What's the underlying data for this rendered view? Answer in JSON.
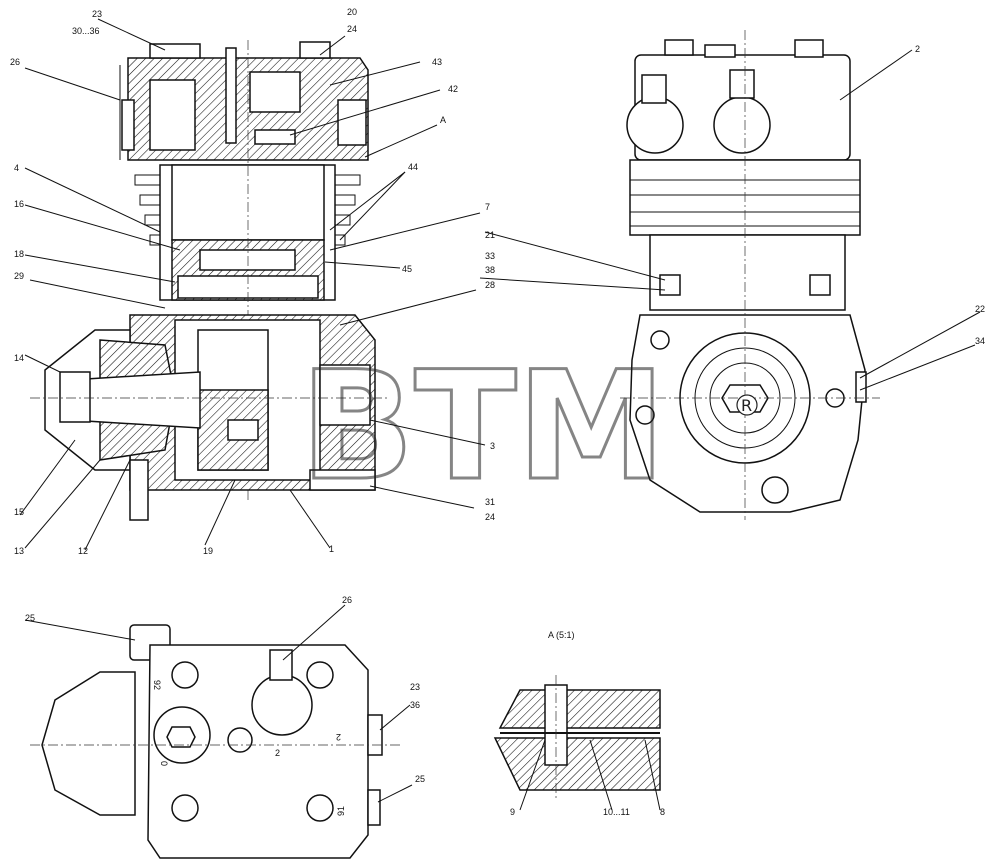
{
  "watermark": {
    "text": "BTM",
    "mark": "R"
  },
  "callouts": {
    "c23": "23",
    "c30_36": "30...36",
    "c20": "20",
    "c24a": "24",
    "c26": "26",
    "c43": "43",
    "c42": "42",
    "cA": "A",
    "c44": "44",
    "c4": "4",
    "c16": "16",
    "c7": "7",
    "c18": "18",
    "c45": "45",
    "c29": "29",
    "c28": "28",
    "c14": "14",
    "c3": "3",
    "c31": "31",
    "c24b": "24",
    "c15": "15",
    "c13": "13",
    "c12": "12",
    "c19": "19",
    "c1": "1",
    "c2": "2",
    "c21": "21",
    "c33": "33",
    "c38": "38",
    "c22": "22",
    "c34": "34",
    "b25a": "25",
    "b26": "26",
    "b23": "23",
    "b36": "36",
    "b25b": "25",
    "detail_title": "A (5:1)",
    "d9": "9",
    "d10_11": "10...11",
    "d8": "8"
  },
  "engraved": {
    "n92": "92",
    "n2a": "2",
    "n0": "0",
    "n2b": "2",
    "n91": "91"
  }
}
